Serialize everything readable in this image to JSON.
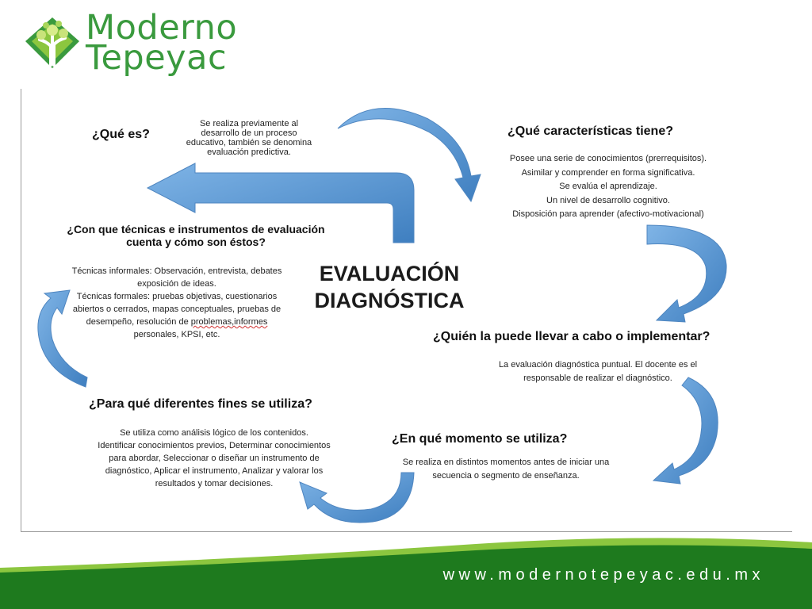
{
  "brand": {
    "name_line1": "Moderno",
    "name_line2": "Tepeyac",
    "url": "www.modernotepeyac.edu.mx",
    "green": "#3a9a3e",
    "dark_green": "#1e7a1e"
  },
  "diagram": {
    "center_title": "EVALUACIÓN\nDIAGNÓSTICA",
    "arrow_color": "#5b9bd5",
    "sections": {
      "que_es": {
        "question": "¿Qué es?",
        "text": "Se realiza previamente al\ndesarrollo de un proceso\neducativo, también se denomina\nevaluación predictiva."
      },
      "caracteristicas": {
        "question": "¿Qué características tiene?",
        "text": "Posee una serie de conocimientos (prerrequisitos).\nAsimilar y comprender en forma significativa.\nSe evalúa el aprendizaje.\nUn nivel de desarrollo cognitivo.\nDisposición para aprender (afectivo-motivacional)"
      },
      "quien": {
        "question": "¿Quién la puede llevar a cabo o implementar?",
        "text": "La evaluación diagnóstica puntual. El docente es el\nresponsable de realizar el diagnóstico."
      },
      "momento": {
        "question": "¿En qué momento se utiliza?",
        "text": "Se realiza en distintos momentos antes de iniciar una\nsecuencia o segmento de enseñanza."
      },
      "fines": {
        "question": "¿Para qué diferentes fines se utiliza?",
        "text": "Se utiliza como análisis lógico de los contenidos.\nIdentificar conocimientos previos, Determinar conocimientos\npara abordar, Seleccionar o diseñar un instrumento de\ndiagnóstico, Aplicar el instrumento, Analizar y valorar los\nresultados y tomar decisiones."
      },
      "tecnicas": {
        "question": "¿Con que técnicas e instrumentos de evaluación\ncuenta y cómo son éstos?",
        "text_line1": "Técnicas informales: Observación, entrevista, debates",
        "text_line2": "exposición de ideas.",
        "text_line3": "Técnicas formales: pruebas objetivas, cuestionarios",
        "text_line4": "abiertos o cerrados, mapas conceptuales, pruebas de",
        "text_line5a": "desempeño, resolución de ",
        "text_line5b": "problemas,informes",
        "text_line6": "personales, KPSI, etc."
      }
    }
  }
}
